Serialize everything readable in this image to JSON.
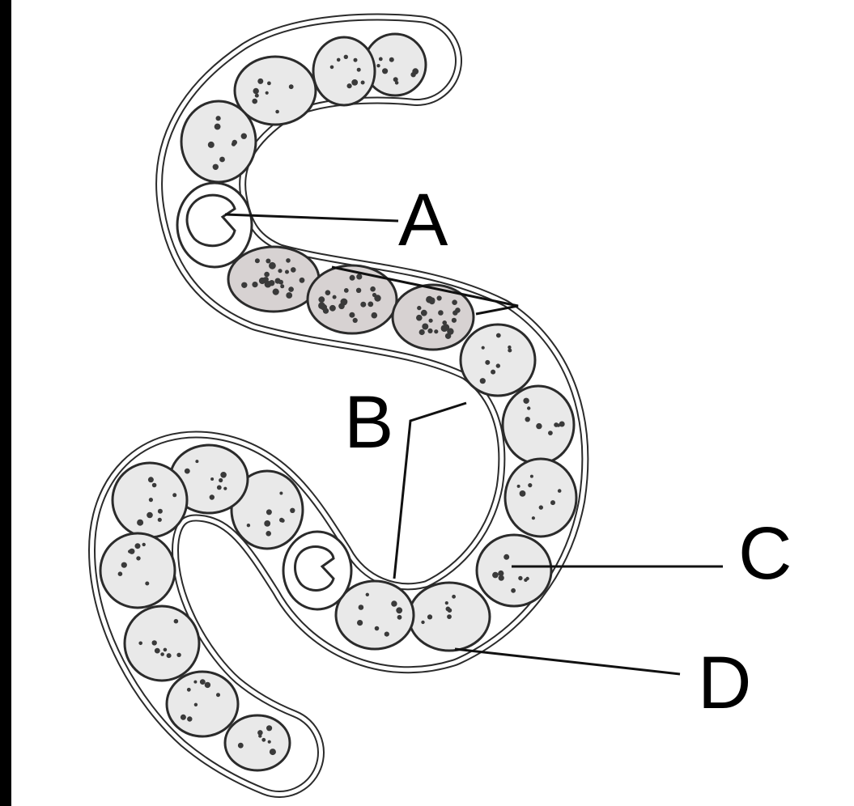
{
  "labels": {
    "a": "A",
    "b": "B",
    "c": "C",
    "d": "D"
  },
  "colors": {
    "background": "#000000",
    "paper": "#ffffff",
    "cell_fill": "#e9e9e9",
    "dark_cell_fill": "#d7d2d2",
    "outline": "#2b2b2b",
    "granule": "#3a3a3a"
  }
}
